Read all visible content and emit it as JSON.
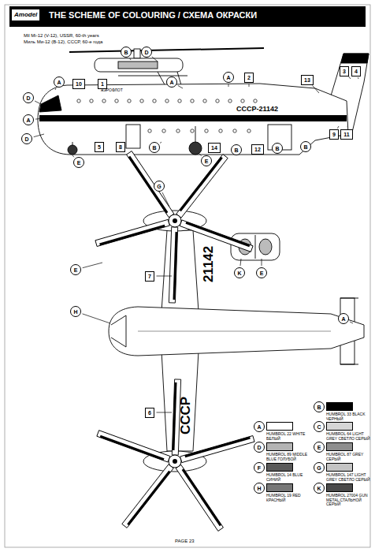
{
  "diagram": {
    "title": "THE SCHEME OF COLOURING / СХЕМА ОКРАСКИ",
    "nodes": [
      {
        "text": [
          "B"
        ]
      },
      {
        "text": [
          "D"
        ]
      },
      {
        "text": [
          "3"
        ]
      },
      {
        "text": [
          "4"
        ]
      },
      {
        "text": [
          "2"
        ]
      },
      {
        "text": [
          "13"
        ]
      },
      {
        "text": [
          "A"
        ]
      },
      {
        "text": [
          "10"
        ]
      },
      {
        "text": [
          "1"
        ]
      },
      {
        "text": [
          "A"
        ]
      },
      {
        "text": [
          "A"
        ]
      },
      {
        "text": [
          "D"
        ]
      },
      {
        "text": [
          "A"
        ]
      },
      {
        "text": [
          "9"
        ]
      },
      {
        "text": [
          "11"
        ]
      },
      {
        "text": [
          "D"
        ]
      },
      {
        "text": [
          "5"
        ]
      },
      {
        "text": [
          "8"
        ]
      },
      {
        "text": [
          "B"
        ]
      },
      {
        "text": [
          "14"
        ]
      },
      {
        "text": [
          "B"
        ]
      },
      {
        "text": [
          "12"
        ]
      },
      {
        "text": [
          "B"
        ]
      },
      {
        "text": [
          "B"
        ]
      },
      {
        "text": [
          "E"
        ]
      },
      {
        "text": [
          "E"
        ]
      },
      {
        "text": [
          "G"
        ]
      },
      {
        "text": [
          "K"
        ]
      },
      {
        "text": [
          "E"
        ]
      },
      {
        "text": [
          "7"
        ]
      },
      {
        "text": [
          "E"
        ]
      },
      {
        "text": [
          "H"
        ]
      },
      {
        "text": [
          "A"
        ]
      },
      {
        "text": [
          "6"
        ]
      },
      {
        "text": [
          "B"
        ]
      },
      {
        "text": [
          "A"
        ]
      },
      {
        "text": [
          "C"
        ]
      },
      {
        "text": [
          "D"
        ]
      },
      {
        "text": [
          "E"
        ]
      },
      {
        "text": [
          "F"
        ]
      },
      {
        "text": [
          "G"
        ]
      },
      {
        "text": [
          "H"
        ]
      },
      {
        "text": [
          "K"
        ]
      }
    ],
    "labels": [
      "Amodel",
      "Mil Mi-12 (V-12), USSR, 60-th years",
      "Миль Ми-12 (В-12), СССР, 60-е года",
      "АЭРОФЛОТ",
      "CCCP-21142",
      "21142",
      "CCCP",
      "PAGE 23"
    ],
    "legend": [
      {
        "text": "HUMBROL 33 BLACK ЧЕРНЫЙ",
        "color": "#000000"
      },
      {
        "text": "HUMBROL 22 WHITE БЕЛЫЙ",
        "color": "#ffffff"
      },
      {
        "text": "HUMBROL 64 LIGHT GREY СВЕТЛО СЕРЫЙ",
        "color": "#d6d6d6"
      },
      {
        "text": "HUMBROL 89 MIDDLE BLUE ГОЛУБОЙ",
        "color": "#b4b4b4"
      },
      {
        "text": "HUMBROL 87 GREY СЕРЫЙ",
        "color": "#8e8e8e"
      },
      {
        "text": "HUMBROL 14 BLUE СИНИЙ",
        "color": "#5a5a5a"
      },
      {
        "text": "HUMBROL 147 LIGHT GREY СВЕТЛО СЕРЫЙ",
        "color": "#c4c4c4"
      },
      {
        "text": "HUMBROL 19 RED КРАСНЫЙ",
        "color": "#777777"
      },
      {
        "text": "HUMBROL 27004 GUN METAL СТАЛЬНОЙ СЕРЫЙ",
        "color": "#4a4a4a"
      }
    ]
  }
}
